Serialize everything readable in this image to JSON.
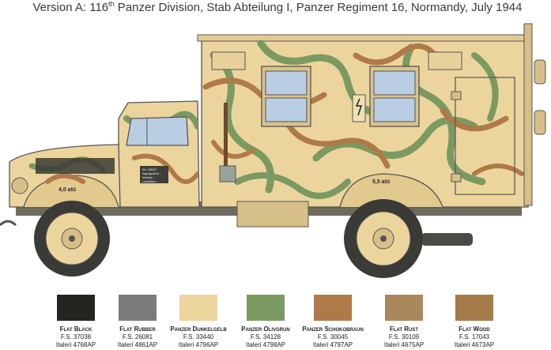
{
  "title": {
    "prefix": "Version A: 116",
    "sup": "th",
    "rest": " Panzer Division, Stab Abteilung I, Panzer Regiment 16, Normandy, July 1944"
  },
  "vehicle_markings": {
    "front_wheel_pressure": "4,0 atü",
    "rear_wheel_pressure": "5,5 atü",
    "data_plate": [
      "Kfz.  305/22",
      "Eigengewicht  ...",
      "Nutzlast  ...",
      "Ladefläche  ..."
    ]
  },
  "colors": [
    {
      "name": "Flat Black",
      "fs": "F.S. 37038",
      "italeri": "Italeri 4768AP",
      "hex": "#262420"
    },
    {
      "name": "Flat Rubber",
      "fs": "F.S. 26081",
      "italeri": "Italeri 4861AP",
      "hex": "#7a7b7c"
    },
    {
      "name": "Panzer Dunkelgelb",
      "fs": "F.S. 33440",
      "italeri": "Italeri 4796AP",
      "hex": "#ecd59c"
    },
    {
      "name": "Panzer Olivgrun",
      "fs": "F.S. 34128",
      "italeri": "Italeri 4798AP",
      "hex": "#7b9a62"
    },
    {
      "name": "Panzer Schokobraun",
      "fs": "F.S. 30045",
      "italeri": "Italeri 4797AP",
      "hex": "#b07a48"
    },
    {
      "name": "Flat Rust",
      "fs": "F.S. 30109",
      "italeri": "Italeri 4675AP",
      "hex": "#a9885b"
    },
    {
      "name": "Flat Wood",
      "fs": "F.S. 17043",
      "italeri": "Italeri 4673AP",
      "hex": "#a57b49"
    }
  ]
}
